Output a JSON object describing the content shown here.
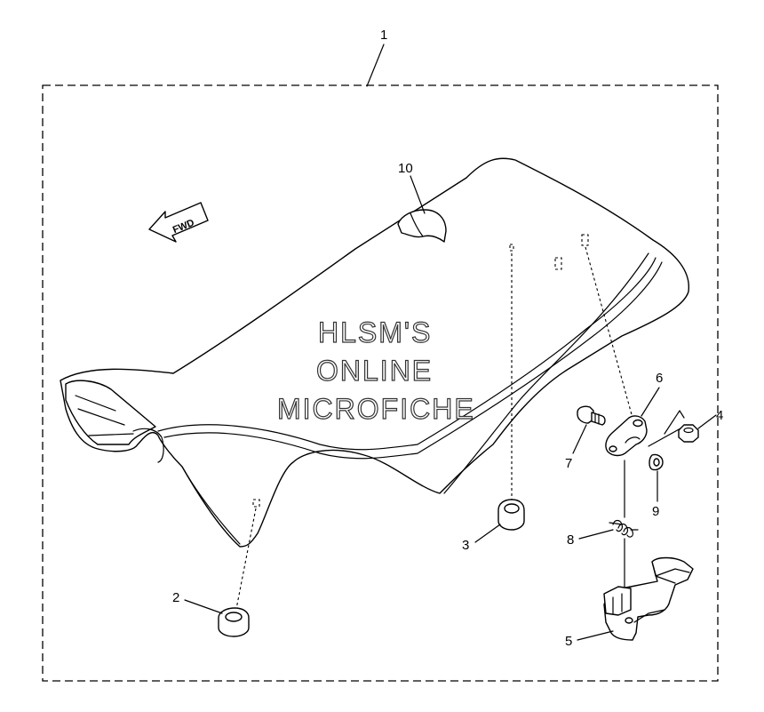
{
  "diagram": {
    "fwd_label": "FWD",
    "watermark": [
      "HLSM'S",
      "ONLINE",
      "MICROFICHE"
    ],
    "callouts": {
      "c1": "1",
      "c2": "2",
      "c3": "3",
      "c4": "4",
      "c5": "5",
      "c6": "6",
      "c7": "7",
      "c8": "8",
      "c9": "9",
      "c10": "10"
    }
  }
}
